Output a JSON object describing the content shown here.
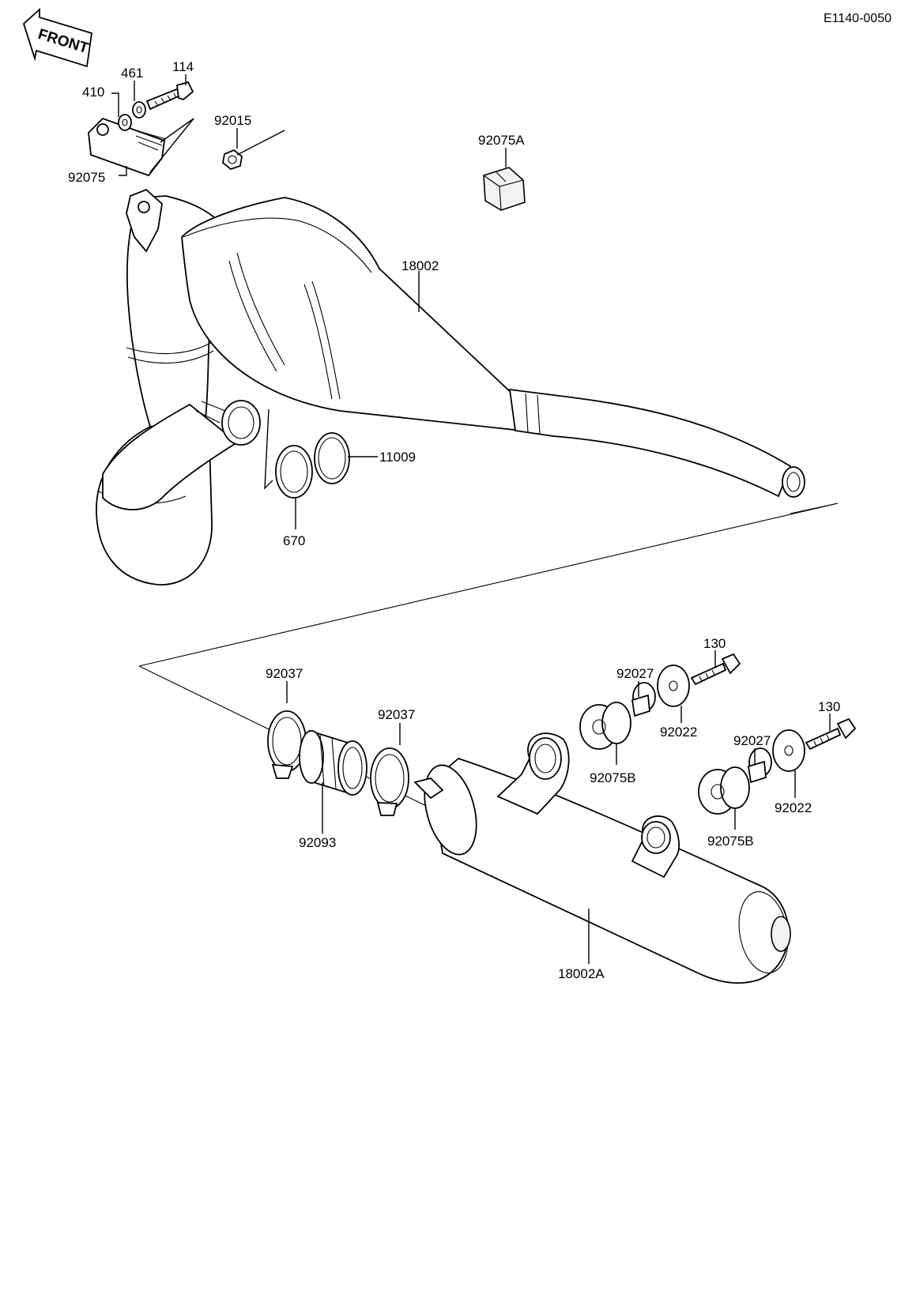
{
  "diagram_code": "E1140-0050",
  "front_arrow_text": "FRONT",
  "parts": {
    "p410": "410",
    "p461": "461",
    "p114": "114",
    "p92015": "92015",
    "p92075": "92075",
    "p92075A": "92075A",
    "p18002": "18002",
    "p11009": "11009",
    "p670": "670",
    "p130_a": "130",
    "p130_b": "130",
    "p92027_a": "92027",
    "p92027_b": "92027",
    "p92022_a": "92022",
    "p92022_b": "92022",
    "p92075B_a": "92075B",
    "p92075B_b": "92075B",
    "p92037_a": "92037",
    "p92037_b": "92037",
    "p92093": "92093",
    "p18002A": "18002A"
  }
}
